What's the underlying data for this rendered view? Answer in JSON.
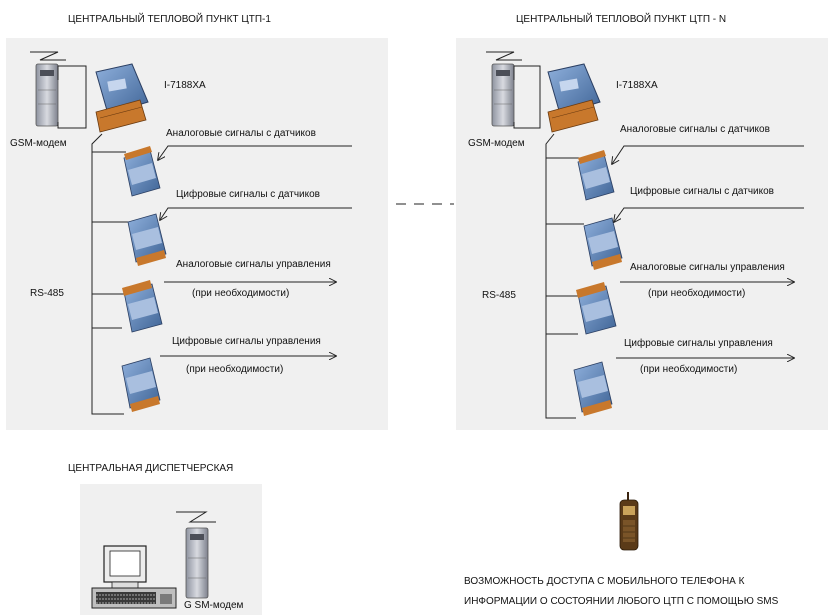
{
  "stations": [
    {
      "title": "ЦЕНТРАЛЬНЫЙ ТЕПЛОВОЙ ПУНКТ ЦТП-1",
      "controller": "I-7188XA",
      "modem": "GSM-модем",
      "bus": "RS-485",
      "signals": [
        {
          "text": "Аналоговые сигналы с датчиков",
          "note": ""
        },
        {
          "text": "Цифровые сигналы с датчиков",
          "note": ""
        },
        {
          "text": "Аналоговые сигналы управления",
          "note": "(при необходимости)"
        },
        {
          "text": "Цифровые сигналы управления",
          "note": "(при необходимости)"
        }
      ]
    },
    {
      "title": "ЦЕНТРАЛЬНЫЙ ТЕПЛОВОЙ ПУНКТ ЦТП - N",
      "controller": "I-7188XA",
      "modem": "GSM-модем",
      "bus": "RS-485",
      "signals": [
        {
          "text": "Аналоговые сигналы с датчиков",
          "note": ""
        },
        {
          "text": "Цифровые сигналы с датчиков",
          "note": ""
        },
        {
          "text": "Аналоговые сигналы управления",
          "note": "(при необходимости)"
        },
        {
          "text": "Цифровые сигналы управления",
          "note": "(при необходимости)"
        }
      ]
    }
  ],
  "dispatch": {
    "title": "ЦЕНТРАЛЬНАЯ ДИСПЕТЧЕРСКАЯ",
    "modem": "G SM-модем"
  },
  "mobile": {
    "line1": "ВОЗМОЖНОСТЬ ДОСТУПА С МОБИЛЬНОГО ТЕЛЕФОНА К",
    "line2": "ИНФОРМАЦИИ О СОСТОЯНИИ ЛЮБОГО ЦТП С ПОМОЩЬЮ SMS"
  },
  "colors": {
    "panel": "#f0f0f0",
    "module_blue": "#5f83b8",
    "module_orange": "#c8782c",
    "modem_gray": "#b9bcc6",
    "phone_body": "#5a3a18"
  }
}
